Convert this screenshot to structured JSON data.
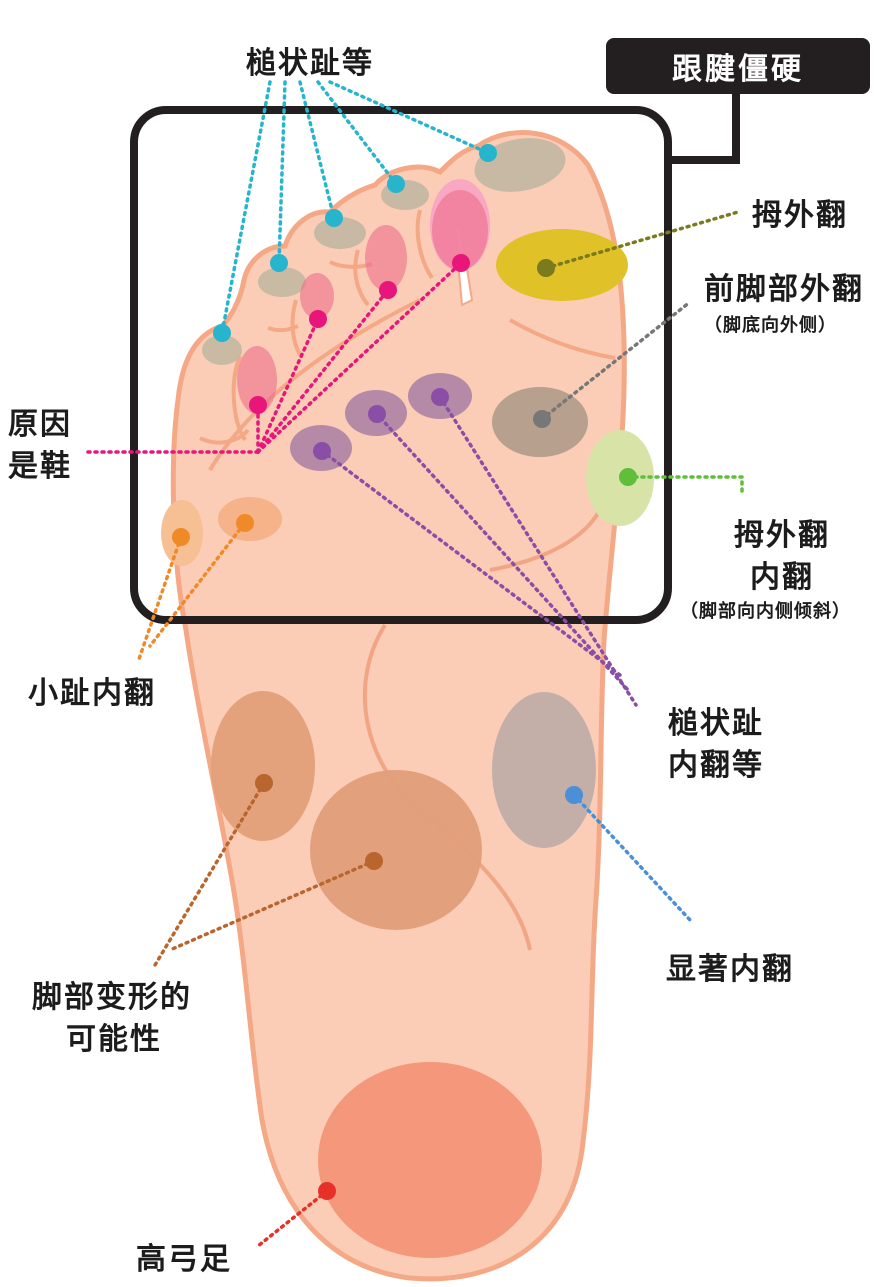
{
  "badge": {
    "text": "跟腱僵硬"
  },
  "labels": {
    "hammer_toe": "槌状趾等",
    "hallux_valgus": "拇外翻",
    "forefoot_valgus": "前脚部外翻",
    "forefoot_valgus_note": "（脚底向外侧）",
    "cause_line1": "原因",
    "cause_line2": "是鞋",
    "hallux_varus_line1": "拇外翻",
    "hallux_varus_line2": "内翻",
    "hallux_varus_note": "（脚部向内侧倾斜）",
    "little_toe_varus": "小趾内翻",
    "hammer_toe_varus_line1": "槌状趾",
    "hammer_toe_varus_line2": "内翻等",
    "marked_varus": "显著内翻",
    "deformity_line1": "脚部变形的",
    "deformity_line2": "可能性",
    "high_arch": "高弓足"
  },
  "colors": {
    "skin": "#fbcdb6",
    "outline": "#f4a886",
    "frame": "#231f20",
    "cyan": "#27b4cd",
    "magenta": "#e8157a",
    "olive": "#7a7a1e",
    "gray": "#777777",
    "green": "#5fbf3a",
    "purple": "#8a4ea6",
    "orange": "#f08a28",
    "brown": "#b8662e",
    "blue": "#4a8fd8",
    "red": "#e8302a"
  }
}
